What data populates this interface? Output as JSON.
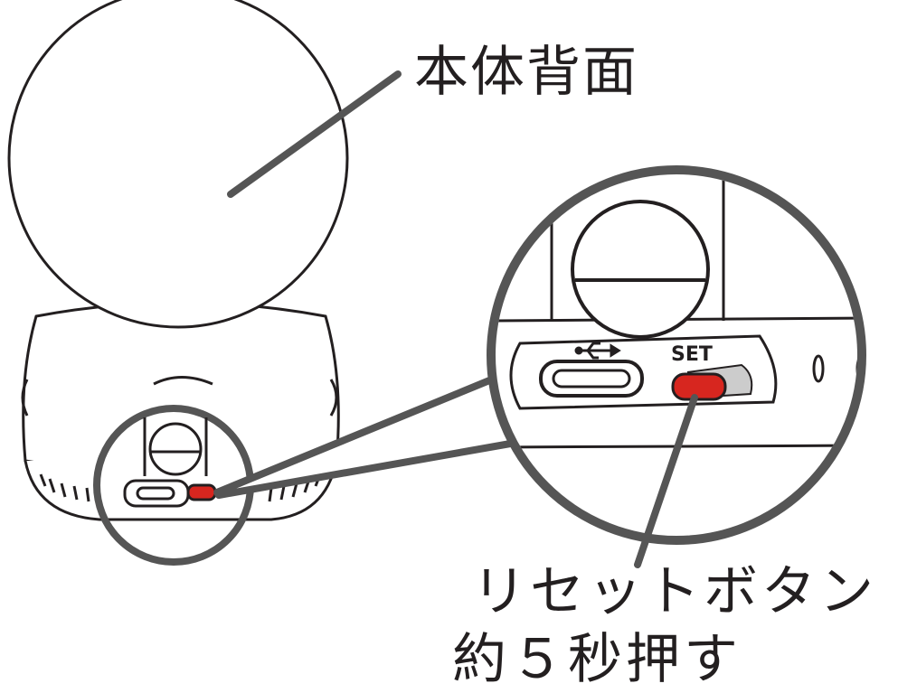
{
  "labels": {
    "back_of_unit": "本体背面",
    "reset_button": "リセットボタン",
    "instruction": "約５秒押す",
    "set_marking": "SET"
  },
  "colors": {
    "line": "#231f20",
    "reset_button": "#d7261f",
    "callout_gray": "#555555",
    "slot_gray": "#cccccc"
  },
  "icons": {
    "usb": "usb-icon"
  }
}
